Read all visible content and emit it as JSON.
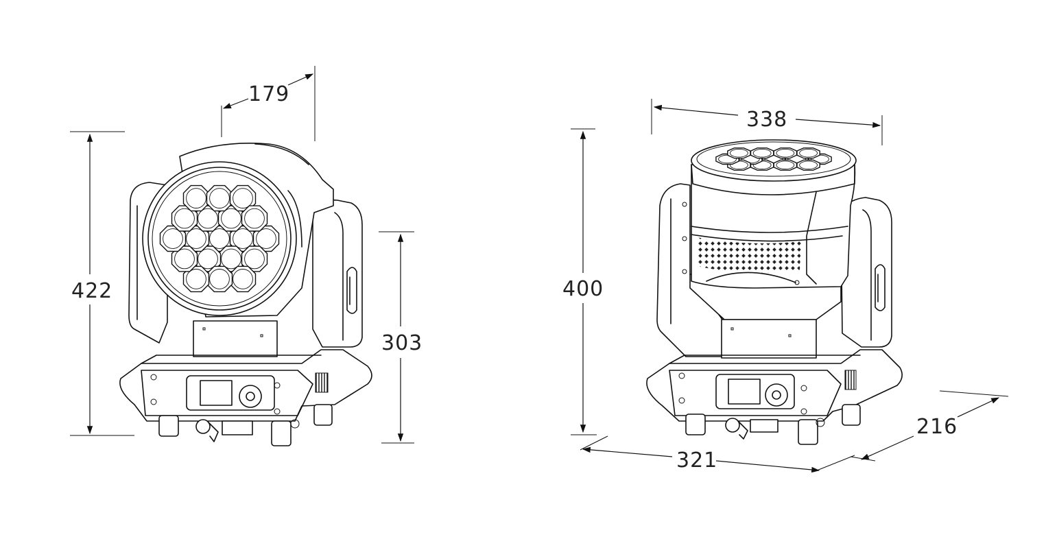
{
  "colors": {
    "line": "#111111",
    "background": "#ffffff"
  },
  "front_view": {
    "dimensions": {
      "height_total": "422",
      "depth": "179",
      "height_base": "303"
    }
  },
  "side_view": {
    "dimensions": {
      "height_total": "400",
      "width_head": "338",
      "width_base": "321",
      "depth_base": "216"
    }
  }
}
